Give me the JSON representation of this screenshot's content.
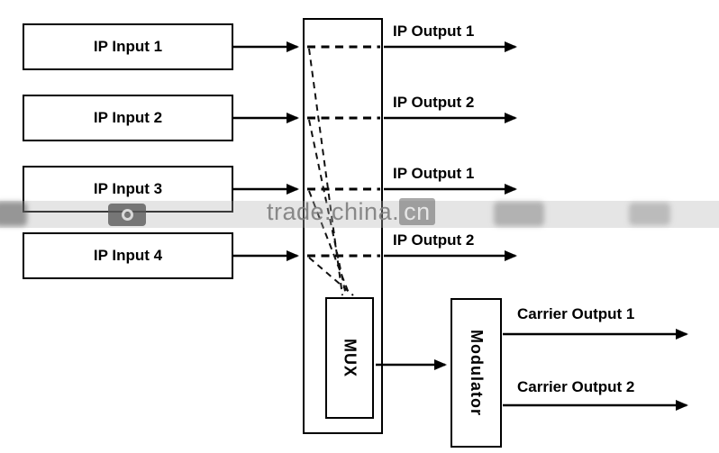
{
  "diagram": {
    "inputs": [
      {
        "label": "IP Input 1"
      },
      {
        "label": "IP Input 2"
      },
      {
        "label": "IP Input 3"
      },
      {
        "label": "IP Input 4"
      }
    ],
    "outputs": [
      {
        "label": "IP Output 1"
      },
      {
        "label": "IP Output 2"
      },
      {
        "label": "IP Output 1"
      },
      {
        "label": "IP Output 2"
      }
    ],
    "mux_label": "MUX",
    "modulator_label": "Modulator",
    "carrier_outputs": [
      {
        "label": "Carrier Output 1"
      },
      {
        "label": "Carrier Output 2"
      }
    ],
    "watermark": {
      "left": "trade.china.",
      "cn": "cn"
    }
  }
}
